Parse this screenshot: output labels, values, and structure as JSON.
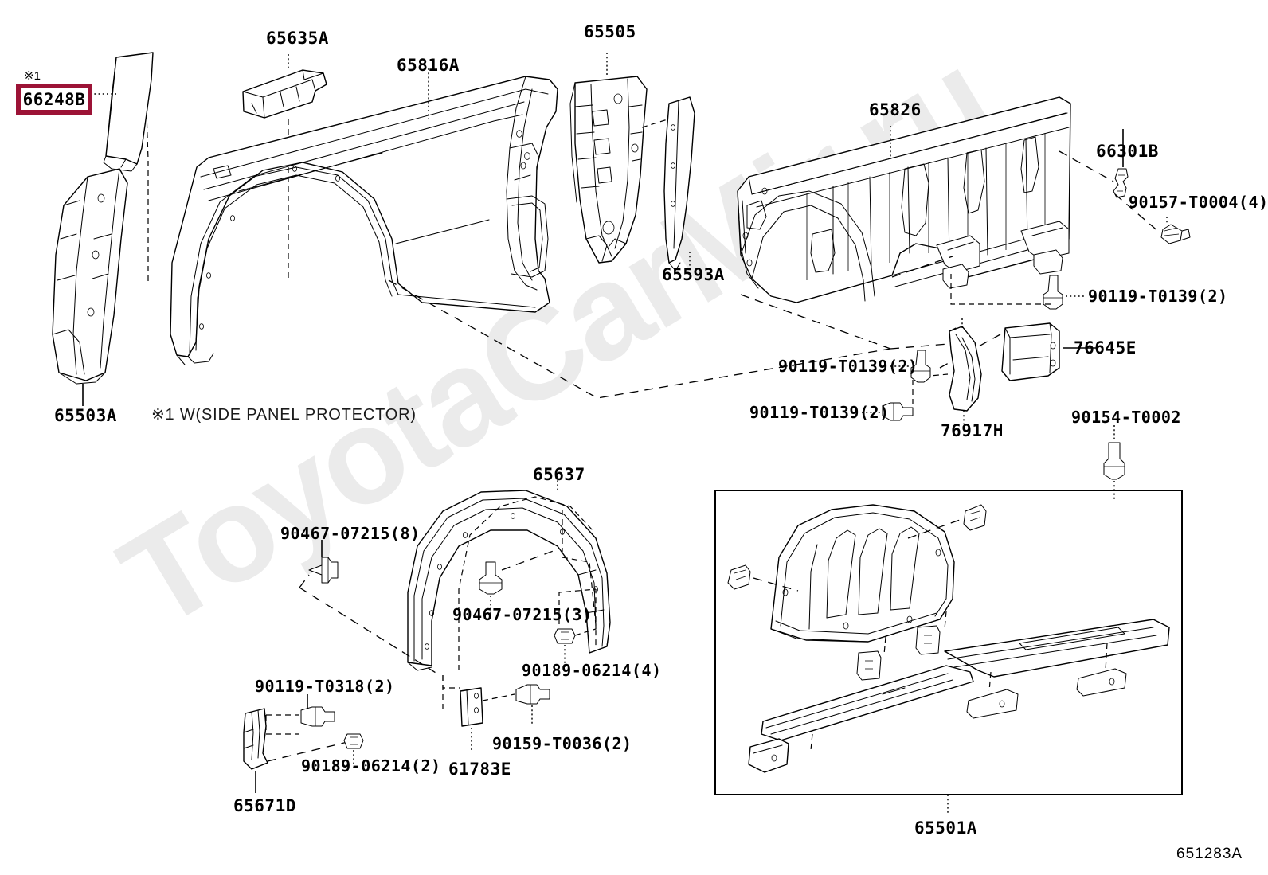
{
  "diagram": {
    "reference_code": "651283A",
    "watermark": "ToyotaCarMir.ru",
    "note_footnote": "※1 W(SIDE PANEL PROTECTOR)",
    "highlight_marker": "※1",
    "highlight_color": "#9c1336"
  },
  "highlighted_part": {
    "number": "66248B"
  },
  "parts": [
    {
      "id": "p65635a",
      "number": "65635A"
    },
    {
      "id": "p65816a",
      "number": "65816A"
    },
    {
      "id": "p65505",
      "number": "65505"
    },
    {
      "id": "p65826",
      "number": "65826"
    },
    {
      "id": "p66301b",
      "number": "66301B"
    },
    {
      "id": "p90157",
      "number": "90157-T0004(4)"
    },
    {
      "id": "p65593a",
      "number": "65593A"
    },
    {
      "id": "p90119a",
      "number": "90119-T0139(2)"
    },
    {
      "id": "p76645e",
      "number": "76645E"
    },
    {
      "id": "p90119b",
      "number": "90119-T0139(2)"
    },
    {
      "id": "p90119c",
      "number": "90119-T0139(2)"
    },
    {
      "id": "p76917h",
      "number": "76917H"
    },
    {
      "id": "p90154",
      "number": "90154-T0002"
    },
    {
      "id": "p65503a",
      "number": "65503A"
    },
    {
      "id": "p65637",
      "number": "65637"
    },
    {
      "id": "p90467a",
      "number": "90467-07215(8)"
    },
    {
      "id": "p90467b",
      "number": "90467-07215(3)"
    },
    {
      "id": "p90189a",
      "number": "90189-06214(4)"
    },
    {
      "id": "p90119d",
      "number": "90119-T0318(2)"
    },
    {
      "id": "p90189b",
      "number": "90189-06214(2)"
    },
    {
      "id": "p61783e",
      "number": "61783E"
    },
    {
      "id": "p90159",
      "number": "90159-T0036(2)"
    },
    {
      "id": "p65671d",
      "number": "65671D"
    },
    {
      "id": "p65501a",
      "number": "65501A"
    }
  ]
}
